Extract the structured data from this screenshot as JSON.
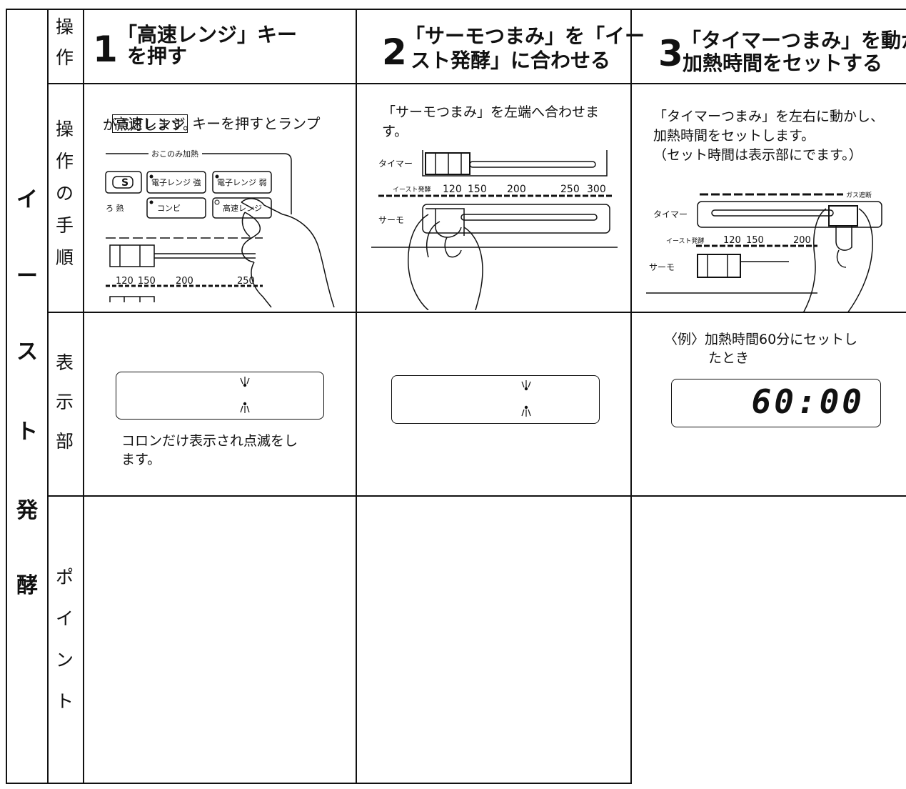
{
  "side_title": [
    "イ",
    "ー",
    "ス",
    "ト",
    "発",
    "酵"
  ],
  "row_labels": {
    "operation": [
      "操",
      "作"
    ],
    "procedure": [
      "操",
      "作",
      "の",
      "手",
      "順"
    ],
    "display": [
      "表",
      "示",
      "部"
    ],
    "point": [
      "ポ",
      "イ",
      "ン",
      "ト"
    ]
  },
  "steps": [
    {
      "number": "1",
      "title_line1": "「高速レンジ」キー",
      "title_line2": "を押す",
      "key_label": "高速レンジ",
      "desc_line1_rest": "キーを押すとランプ",
      "desc_line2": "が点灯します。",
      "display_note_line1": "コロンだけ表示され点滅をし",
      "display_note_line2": "ます。"
    },
    {
      "number": "2",
      "title_line1": "「サーモつまみ」を「イー",
      "title_line2": "スト発酵」に合わせる",
      "desc_line1": "「サーモつまみ」を左端へ合わせま",
      "desc_line2": "す。"
    },
    {
      "number": "3",
      "title_line1": "「タイマーつまみ」を動かし",
      "title_line2": "加熱時間をセットする",
      "desc_line1": "「タイマーつまみ」を左右に動かし、",
      "desc_line2": "加熱時間をセットします。",
      "desc_line3": "（セット時間は表示部にでます。）",
      "example_line1": "〈例〉加熱時間60分にセットし",
      "example_line2": "たとき",
      "display_value": "60:00"
    }
  ],
  "panel": {
    "header": "おこのみ加熱",
    "btn_s": "S",
    "btn_micro_strong": "電子レンジ 強",
    "btn_micro_weak": "電子レンジ 弱",
    "btn_combi": "コンビ",
    "btn_high": "高速レンジ",
    "btn_partial": "ろ 熱",
    "timer_label": "タイマー",
    "thermo_label": "サーモ",
    "yeast_label": "イースト発酵",
    "gas_label": "ガス遮断",
    "scale": [
      "120",
      "150",
      "200",
      "250",
      "300"
    ]
  }
}
